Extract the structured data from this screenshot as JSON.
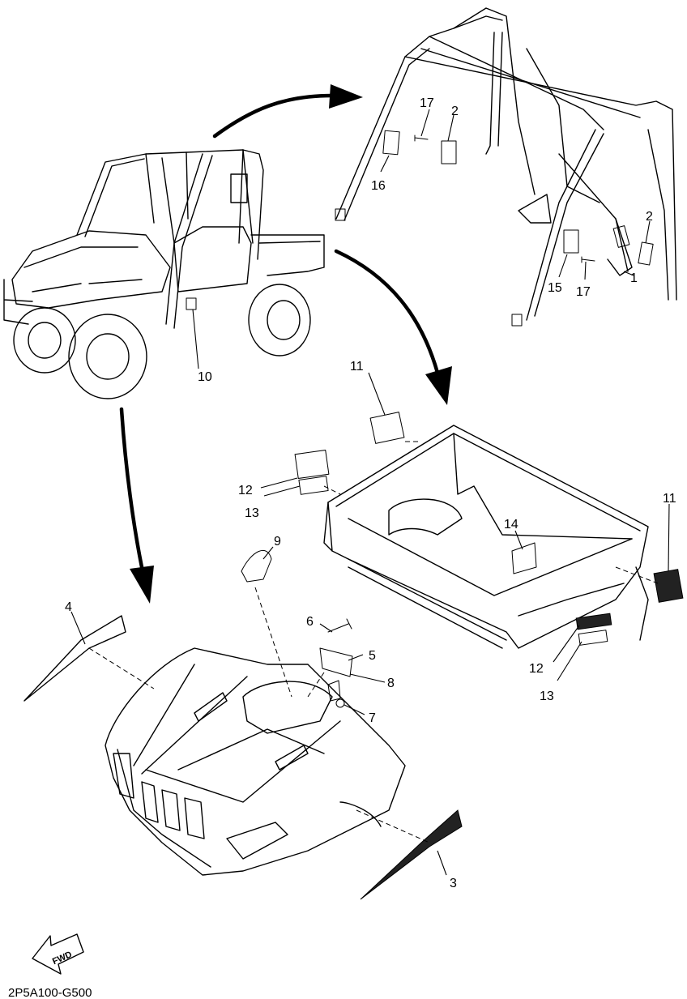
{
  "callouts": {
    "c1": "1",
    "c2a": "2",
    "c2b": "2",
    "c3": "3",
    "c4": "4",
    "c5": "5",
    "c6": "6",
    "c7": "7",
    "c8": "8",
    "c9": "9",
    "c10": "10",
    "c11a": "11",
    "c11b": "11",
    "c12a": "12",
    "c12b": "12",
    "c13a": "13",
    "c13b": "13",
    "c14": "14",
    "c15": "15",
    "c16": "16",
    "c17a": "17",
    "c17b": "17"
  },
  "fwd_label": "FWD",
  "part_code": "2P5A100-G500"
}
